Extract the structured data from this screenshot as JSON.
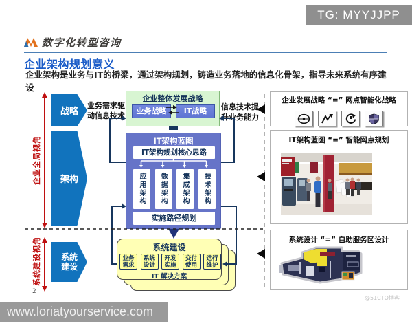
{
  "badge": {
    "text": "TG: MYYJJPP"
  },
  "logo": {
    "text": "数字化转型咨询"
  },
  "page": {
    "title": "企业架构规划意义",
    "intro": "企业架构是业务与IT的桥梁，通过架构规划，铸造业务落地的信息化骨架，指导未来系统有序建设",
    "page_number": "2",
    "site_watermark": "www.loriatyourservice.com",
    "blog_watermark": "@51CTO博客"
  },
  "diagram": {
    "axis_labels": {
      "global": "企业全局视角",
      "system": "系统建设视角"
    },
    "phases": [
      {
        "label": "战略"
      },
      {
        "label": "架构"
      },
      {
        "label": "系统建设"
      }
    ],
    "left_note": "业务需求驱动信息技术",
    "right_note": "信息技术提升业务能力",
    "strategy_box": {
      "title": "企业整体发展战略",
      "items": [
        {
          "label": "业务战略"
        },
        {
          "label": "IT战略"
        }
      ]
    },
    "it_box": {
      "title": "IT架构蓝图",
      "core": "IT架构规划核心思路",
      "columns": [
        {
          "label": "应用架构"
        },
        {
          "label": "数据架构"
        },
        {
          "label": "集成架构"
        },
        {
          "label": "技术架构"
        }
      ],
      "footer": "实施路径规划"
    },
    "system_box": {
      "title": "系统建设",
      "steps": [
        {
          "label": "业务需求"
        },
        {
          "label": "系统设计"
        },
        {
          "label": "开发实施"
        },
        {
          "label": "交付使用"
        },
        {
          "label": "运行维护"
        }
      ],
      "footer": "IT 解决方案"
    }
  },
  "panels": [
    {
      "title": "企业发展战略 “=” 网点智能化战略",
      "icons": [
        "compass-icon",
        "trend-arrow-icon",
        "cycle-arrow-icon",
        "shield-icon"
      ]
    },
    {
      "title": "IT架构蓝图 “=” 智能网点规划",
      "image": "bank-branch-photo"
    },
    {
      "title": "系统设计 “=” 自助服务区设计",
      "image": "self-service-floor-plan"
    }
  ],
  "colors": {
    "accent_blue": "#1173bd",
    "title_blue": "#1b5cc8",
    "red": "#bf1010",
    "strategy_green": "#d8f5d2",
    "architecture_purple": "#6674c8",
    "system_yellow": "#ffffb5",
    "navy": "#17365d"
  }
}
